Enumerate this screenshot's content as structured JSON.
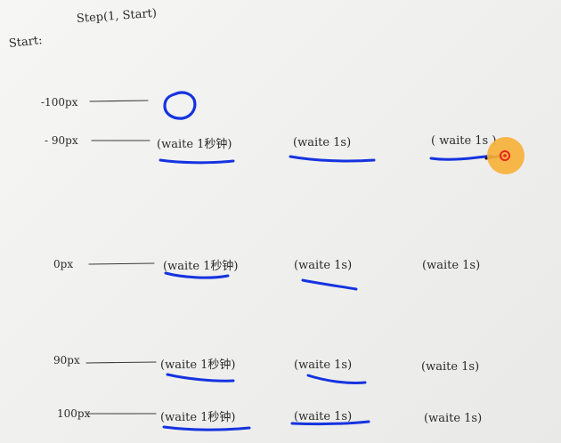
{
  "header": {
    "title": "Step(1, Start)",
    "start_label": "Start:"
  },
  "rows": [
    {
      "label": "-100px",
      "cells": []
    },
    {
      "label": "- 90px",
      "cells": [
        "(waite 1秒钟)",
        "(waite 1s)",
        "( waite 1s )"
      ]
    },
    {
      "label": "0px",
      "cells": [
        "(waite 1秒钟)",
        "(waite 1s)",
        "(waite 1s)"
      ]
    },
    {
      "label": "90px",
      "cells": [
        "(waite 1秒钟)",
        "(waite 1s)",
        "(waite 1s)"
      ]
    },
    {
      "label": "100px",
      "cells": [
        "(waite 1秒钟)",
        "(waite 1s)",
        "(waite 1s)"
      ]
    }
  ],
  "colors": {
    "ink": "#2b2b2b",
    "marker": "#1533e0",
    "highlight": "#f7b13a",
    "dot": "#e8231c"
  }
}
